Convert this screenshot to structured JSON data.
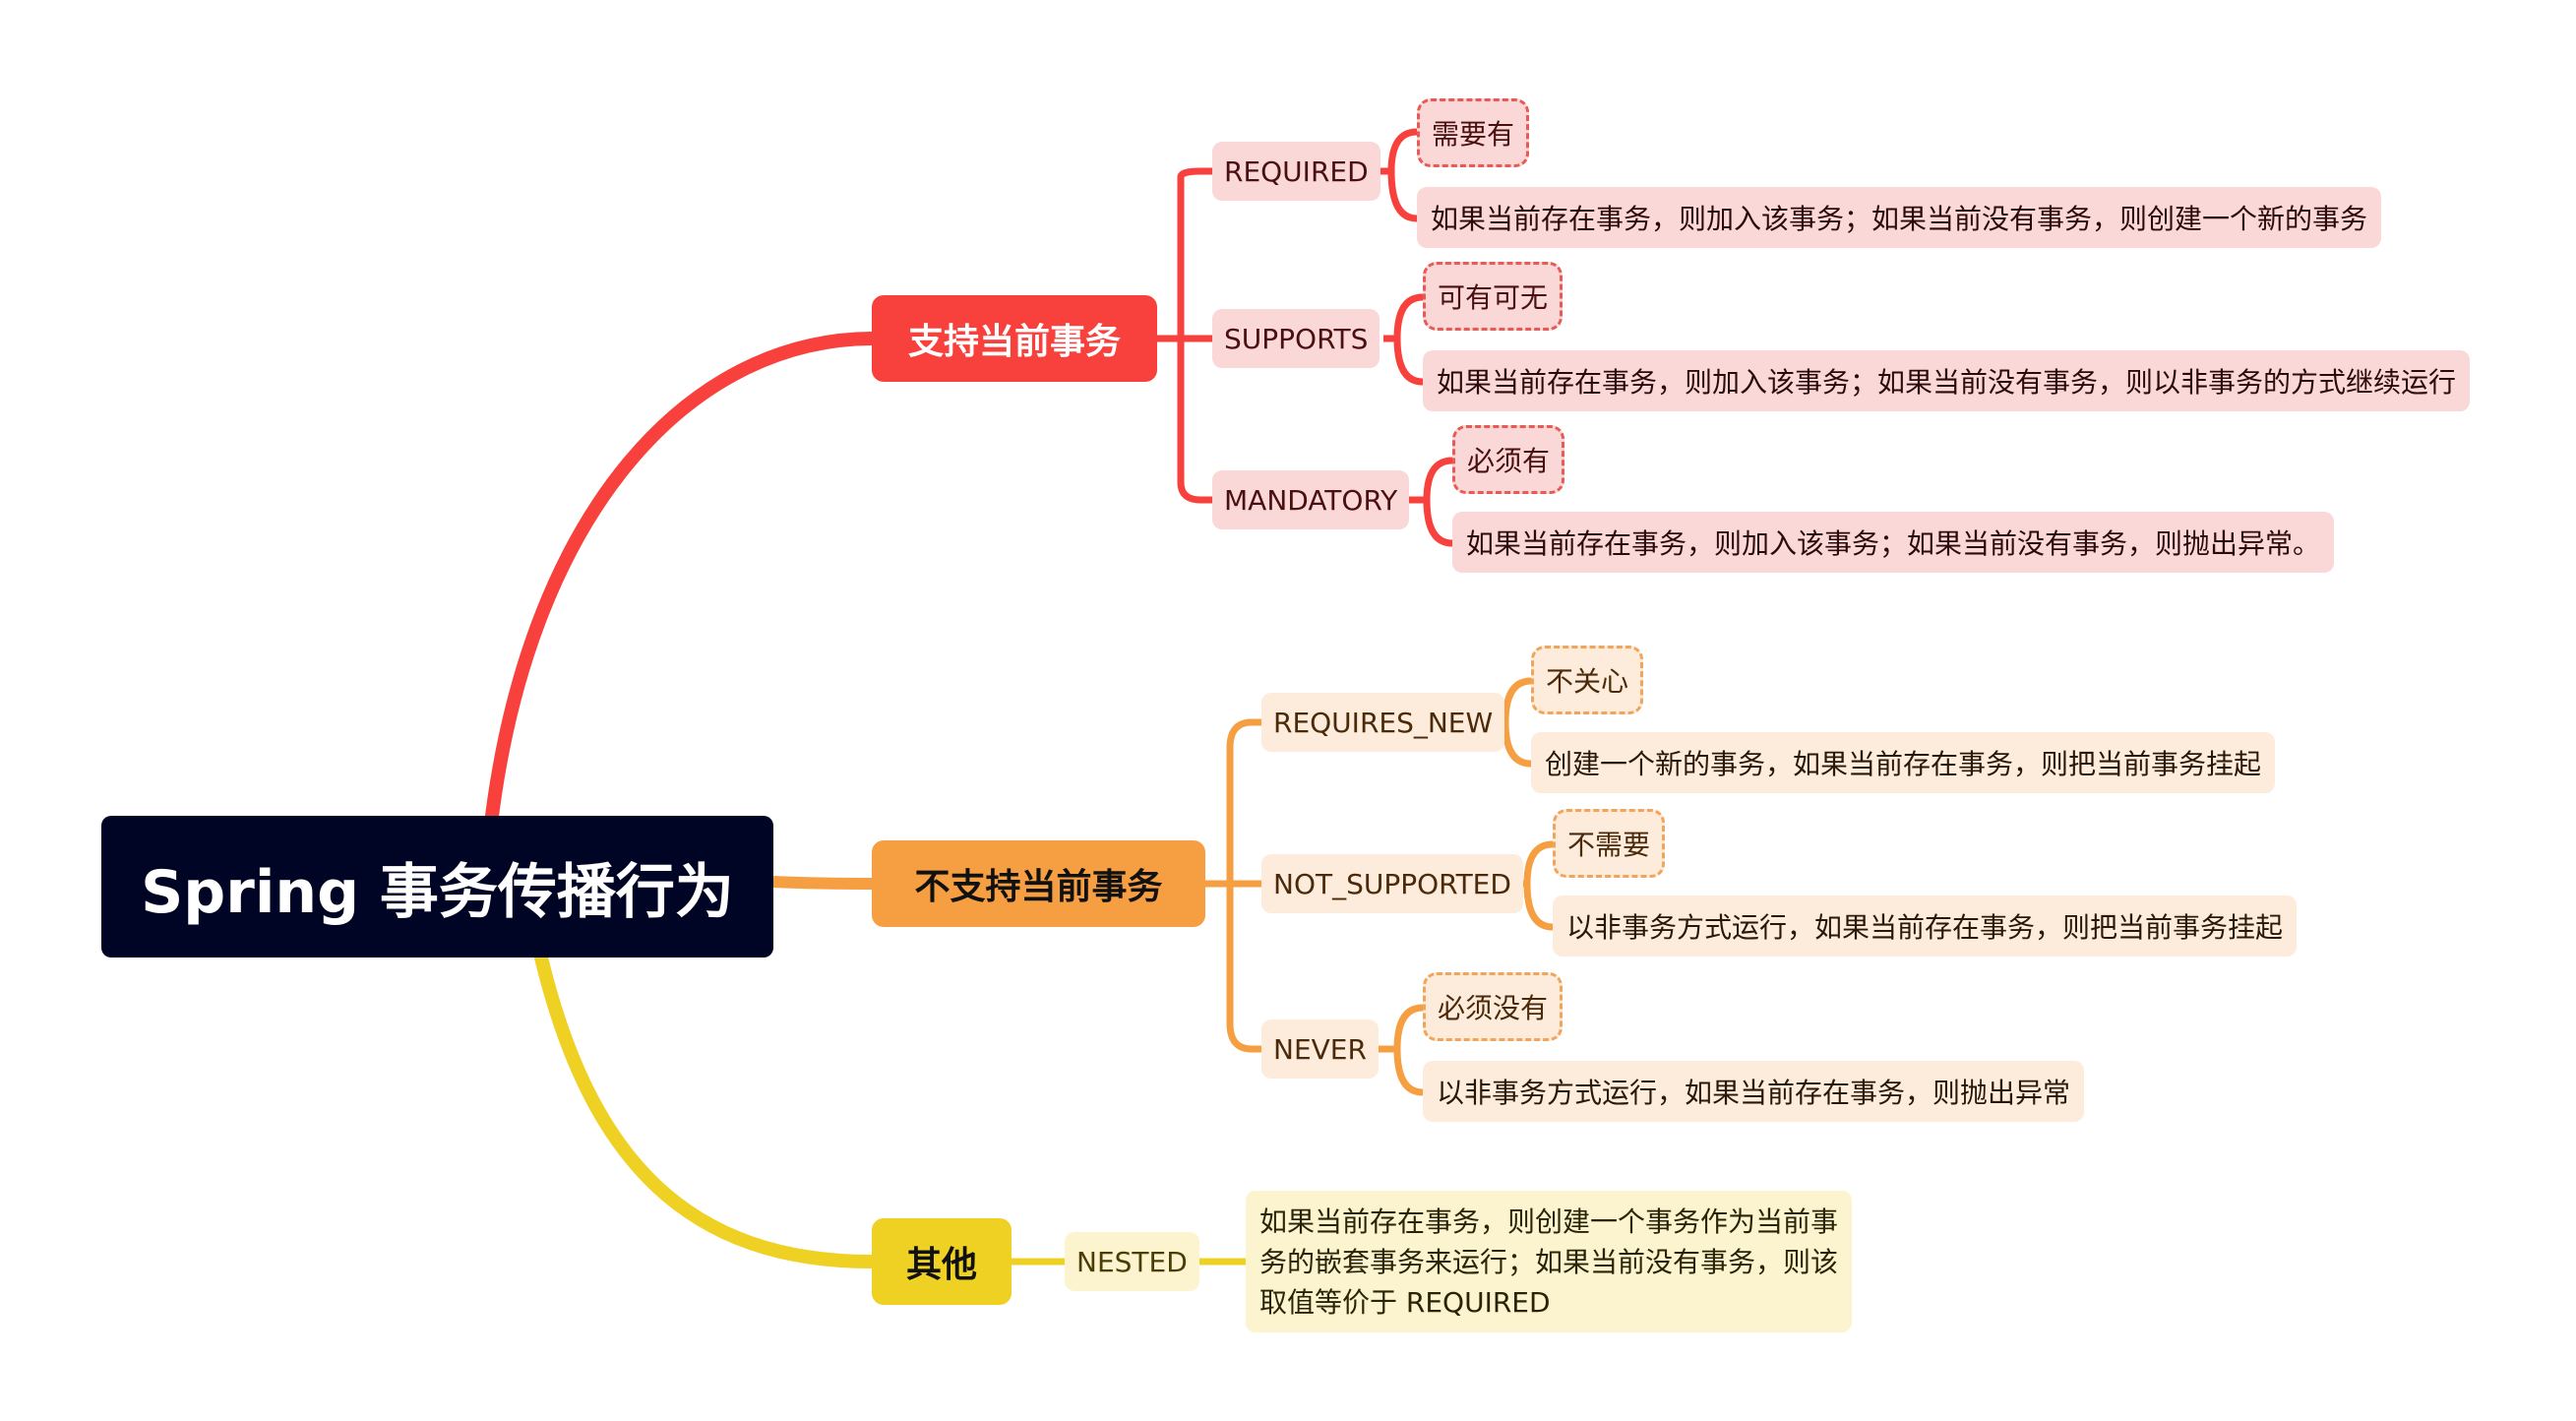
{
  "root": {
    "label": "Spring 事务传播行为",
    "color": "#000526"
  },
  "branches": [
    {
      "label": "支持当前事务",
      "color": "#f8413c",
      "children": [
        {
          "label": "REQUIRED",
          "tag": "需要有",
          "desc": "如果当前存在事务，则加入该事务；如果当前没有事务，则创建一个新的事务"
        },
        {
          "label": "SUPPORTS",
          "tag": "可有可无",
          "desc": "如果当前存在事务，则加入该事务；如果当前没有事务，则以非事务的方式继续运行"
        },
        {
          "label": "MANDATORY",
          "tag": "必须有",
          "desc": "如果当前存在事务，则加入该事务；如果当前没有事务，则抛出异常。"
        }
      ]
    },
    {
      "label": "不支持当前事务",
      "color": "#f59f42",
      "children": [
        {
          "label": "REQUIRES_NEW",
          "tag": "不关心",
          "desc": "创建一个新的事务，如果当前存在事务，则把当前事务挂起"
        },
        {
          "label": "NOT_SUPPORTED",
          "tag": "不需要",
          "desc": "以非事务方式运行，如果当前存在事务，则把当前事务挂起"
        },
        {
          "label": "NEVER",
          "tag": "必须没有",
          "desc": "以非事务方式运行，如果当前存在事务，则抛出异常"
        }
      ]
    },
    {
      "label": "其他",
      "color": "#efd123",
      "children": [
        {
          "label": "NESTED",
          "desc_lines": [
            "如果当前存在事务，则创建一个事务作为当前事",
            "务的嵌套事务来运行；如果当前没有事务，则该",
            "取值等价于 REQUIRED"
          ]
        }
      ]
    }
  ]
}
